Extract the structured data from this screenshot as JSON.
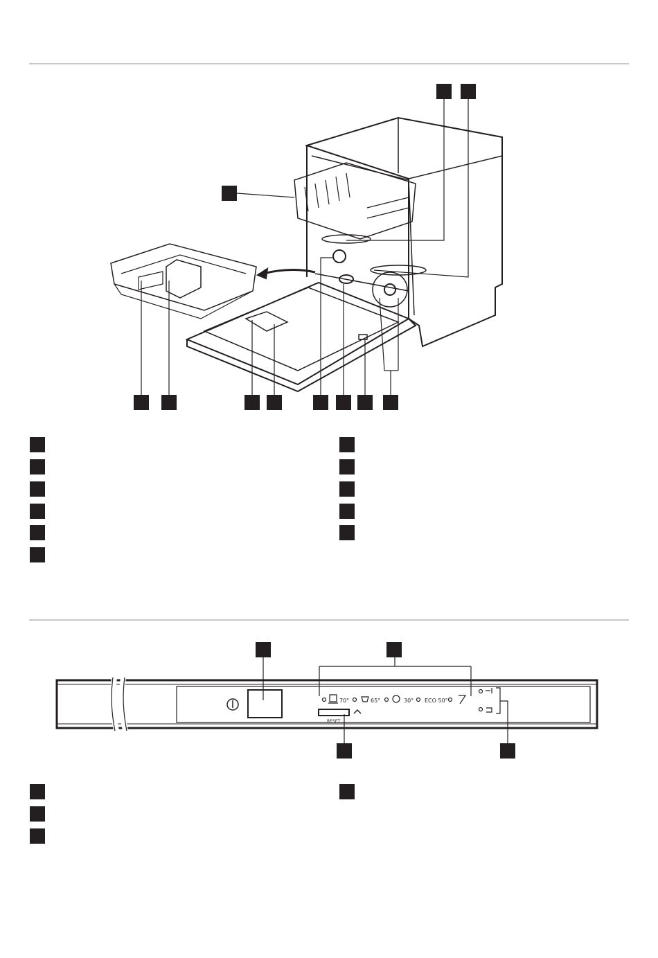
{
  "control_panel": {
    "programs": [
      "70°",
      "65°",
      "30°",
      "ECO 50°"
    ],
    "reset_label": "RESET",
    "icons": [
      "power-icon",
      "pots-icon",
      "cup-icon",
      "quick-clock-icon",
      "eco-icon",
      "rinse-aid-icon",
      "delay-start-icon",
      "multitab-icon"
    ]
  },
  "colors": {
    "ink": "#231f20",
    "rule": "#c8c8c8"
  }
}
